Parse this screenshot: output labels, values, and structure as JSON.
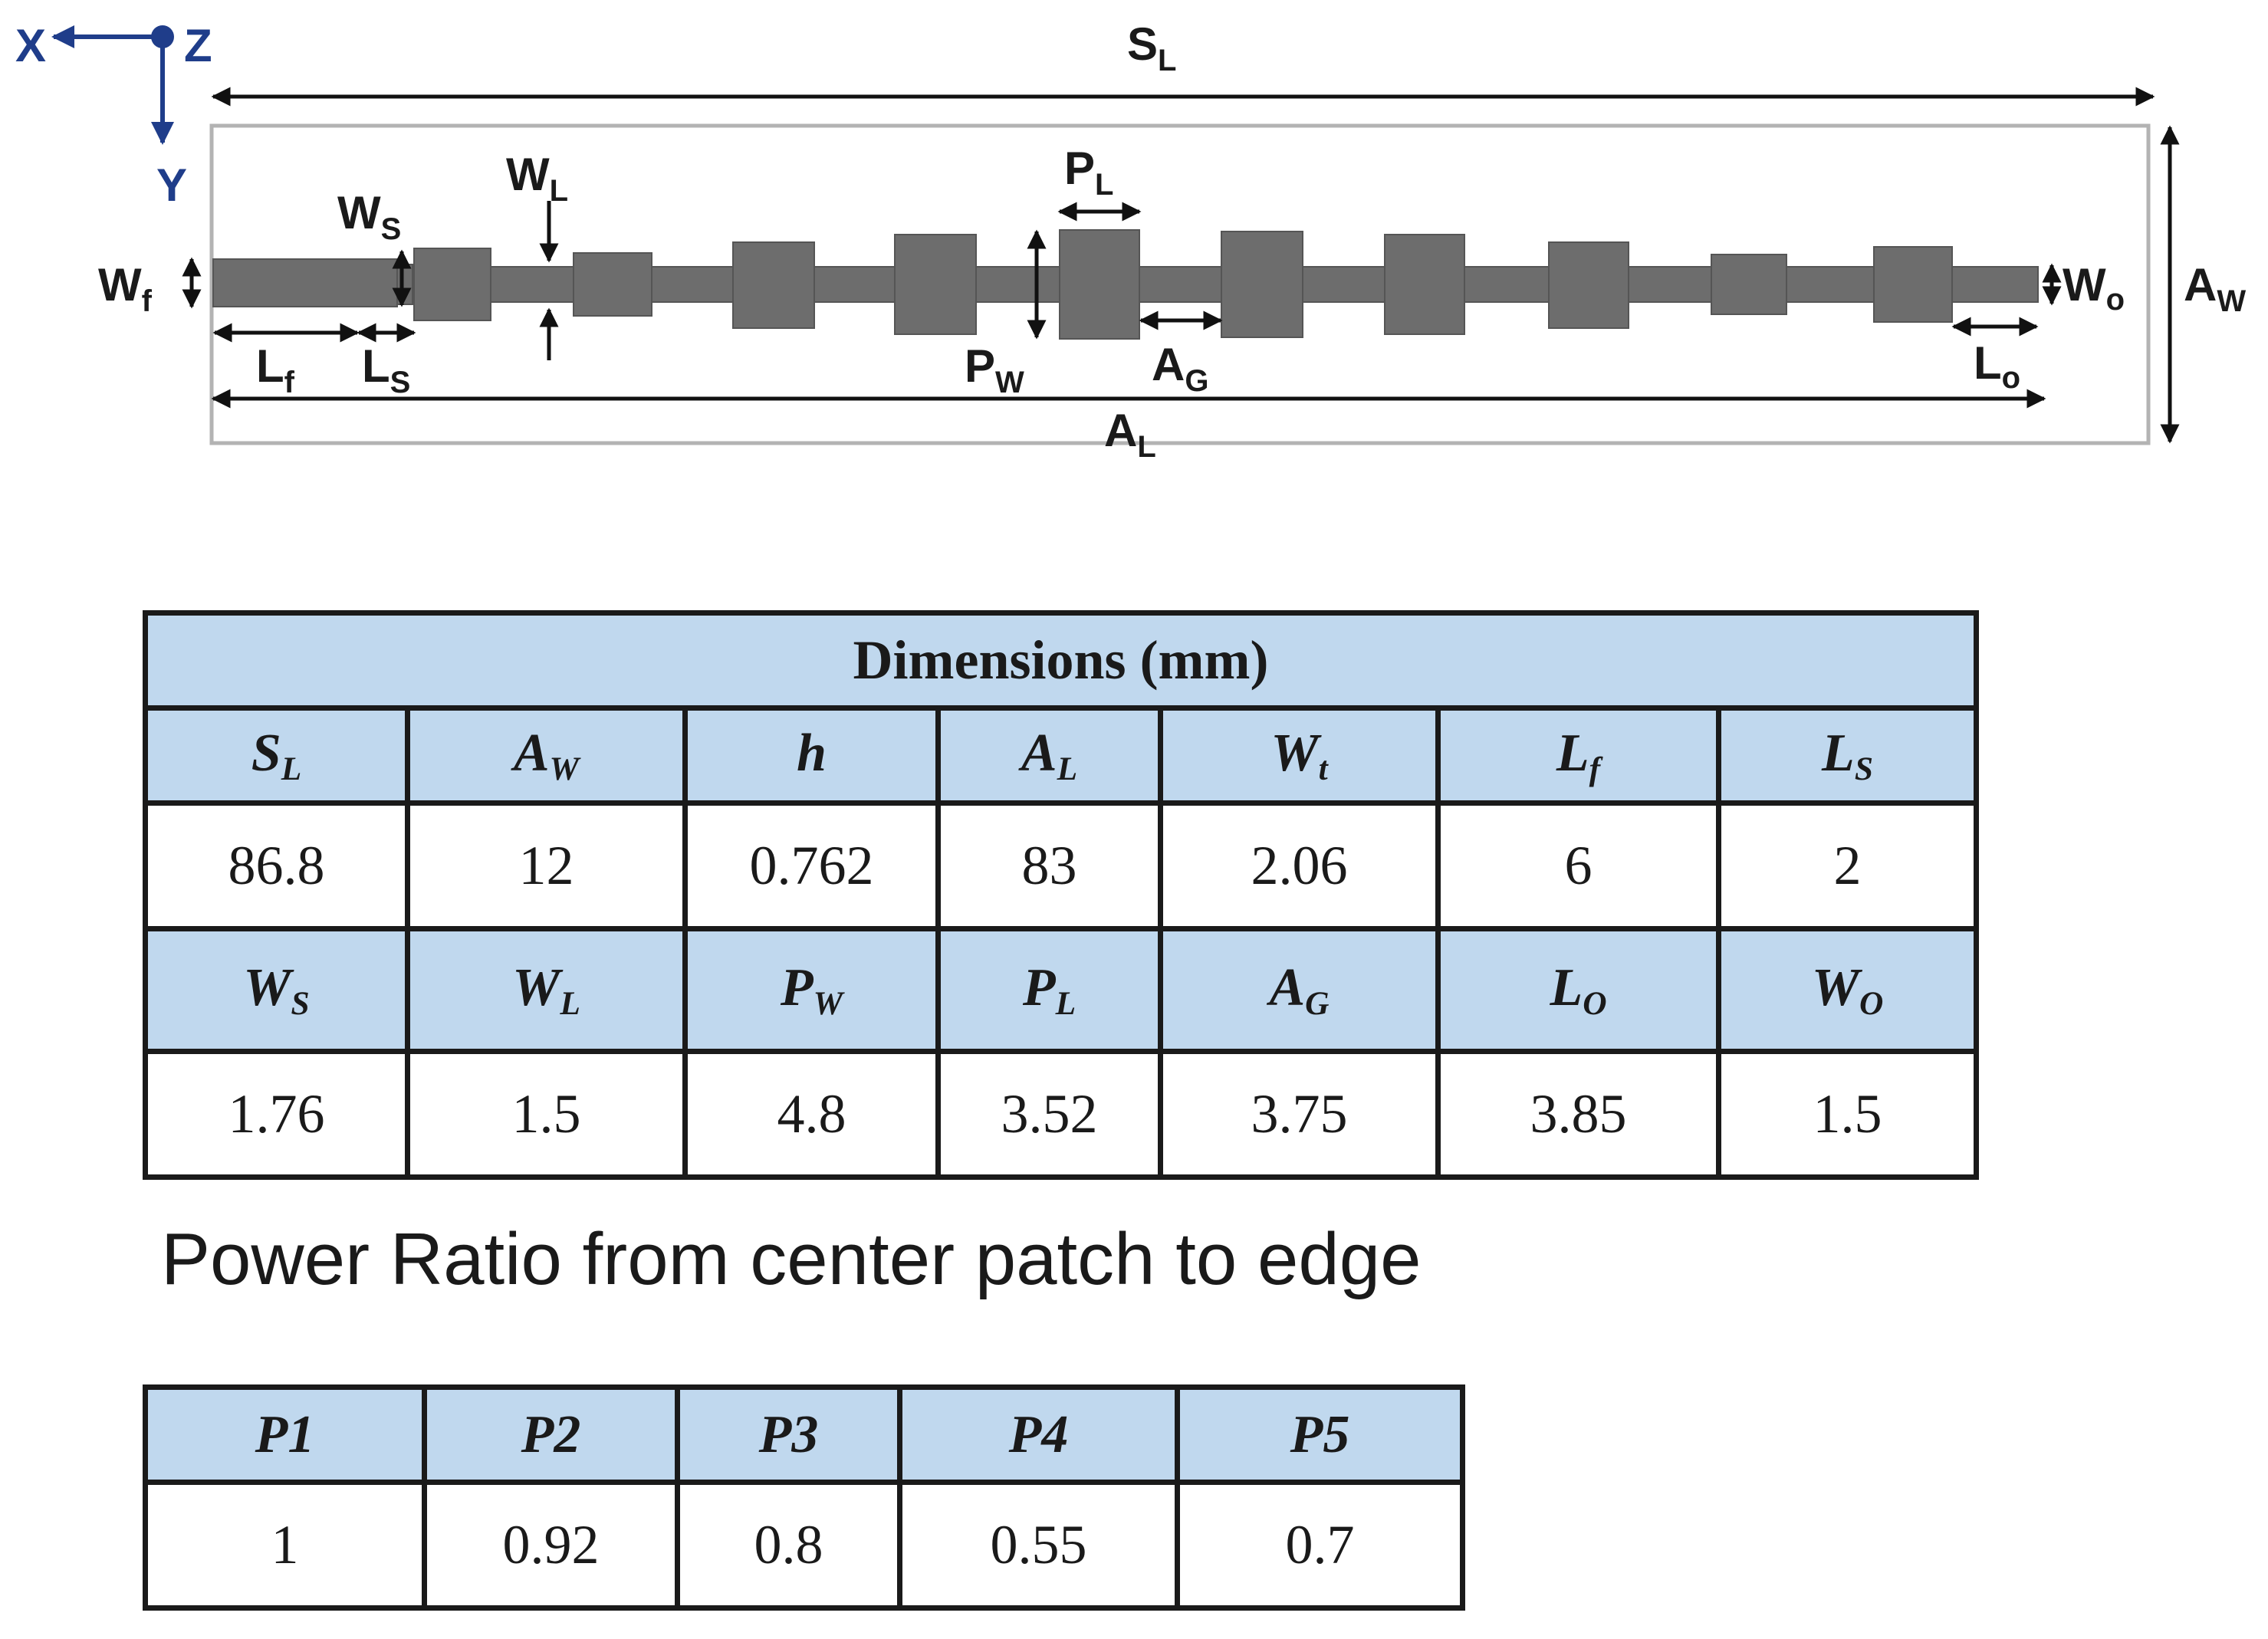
{
  "diagram": {
    "axes": {
      "x": "X",
      "y": "Y",
      "z": "Z"
    },
    "labels": {
      "SL": {
        "main": "S",
        "sub": "L"
      },
      "AW": {
        "main": "A",
        "sub": "W"
      },
      "Wf": {
        "main": "W",
        "sub": "f"
      },
      "WS": {
        "main": "W",
        "sub": "S"
      },
      "WL": {
        "main": "W",
        "sub": "L"
      },
      "PL": {
        "main": "P",
        "sub": "L"
      },
      "PW": {
        "main": "P",
        "sub": "W"
      },
      "AG": {
        "main": "A",
        "sub": "G"
      },
      "Wo": {
        "main": "W",
        "sub": "o"
      },
      "Lf": {
        "main": "L",
        "sub": "f"
      },
      "LS": {
        "main": "L",
        "sub": "S"
      },
      "Lo": {
        "main": "L",
        "sub": "o"
      },
      "AL": {
        "main": "A",
        "sub": "L"
      }
    },
    "colors": {
      "metal": "#6d6d6d",
      "substrate_border": "#b3b3b3",
      "arrow": "#111111",
      "axis": "#1f3d8a"
    }
  },
  "dimensions_table": {
    "title": "Dimensions (mm)",
    "header_row_1": [
      {
        "main": "S",
        "sub": "L"
      },
      {
        "main": "A",
        "sub": "W"
      },
      {
        "main": "h",
        "sub": ""
      },
      {
        "main": "A",
        "sub": "L"
      },
      {
        "main": "W",
        "sub": "t"
      },
      {
        "main": "L",
        "sub": "f"
      },
      {
        "main": "L",
        "sub": "S"
      }
    ],
    "values_row_1": [
      "86.8",
      "12",
      "0.762",
      "83",
      "2.06",
      "6",
      "2"
    ],
    "header_row_2": [
      {
        "main": "W",
        "sub": "S"
      },
      {
        "main": "W",
        "sub": "L"
      },
      {
        "main": "P",
        "sub": "W"
      },
      {
        "main": "P",
        "sub": "L"
      },
      {
        "main": "A",
        "sub": "G"
      },
      {
        "main": "L",
        "sub": "O"
      },
      {
        "main": "W",
        "sub": "O"
      }
    ],
    "values_row_2": [
      "1.76",
      "1.5",
      "4.8",
      "3.52",
      "3.75",
      "3.85",
      "1.5"
    ],
    "header_color": "#c0d8ee"
  },
  "power_ratio": {
    "title": "Power Ratio from center patch to edge",
    "headers": [
      "P1",
      "P2",
      "P3",
      "P4",
      "P5"
    ],
    "values": [
      "1",
      "0.92",
      "0.8",
      "0.55",
      "0.7"
    ]
  }
}
